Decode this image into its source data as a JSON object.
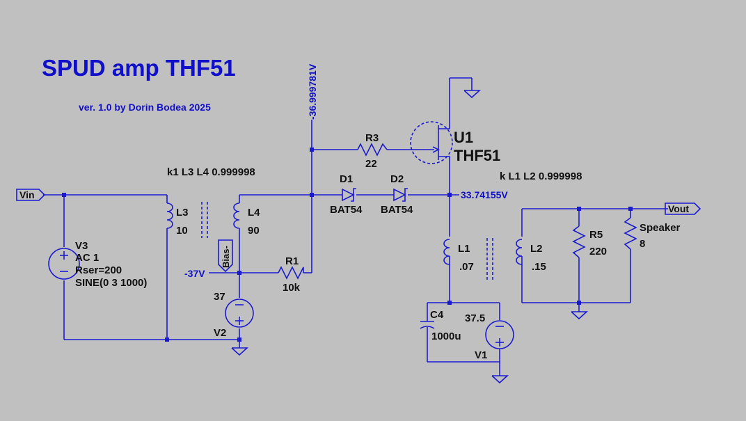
{
  "title": "SPUD amp THF51",
  "subtitle": "ver. 1.0 by Dorin Bodea 2025",
  "colors": {
    "background": "#c0c0c0",
    "wire": "#1a1ad0",
    "text": "#111111",
    "title": "#1010c8"
  },
  "voltage_labels": {
    "top_rail": "-36.999781V",
    "drain_node": "33.74155V",
    "bias_node": "-37V"
  },
  "couplings": {
    "input": "k1 L3 L4 0.999998",
    "output": "k L1 L2 0.999998"
  },
  "ports": {
    "input": "Vin",
    "output": "Vout",
    "bias": "Bias-"
  },
  "components": {
    "U1": {
      "ref": "U1",
      "value": "THF51"
    },
    "R3": {
      "ref": "R3",
      "value": "22"
    },
    "R1": {
      "ref": "R1",
      "value": "10k"
    },
    "R5": {
      "ref": "R5",
      "value": "220"
    },
    "Speaker": {
      "ref": "Speaker",
      "value": "8"
    },
    "D1": {
      "ref": "D1",
      "value": "BAT54"
    },
    "D2": {
      "ref": "D2",
      "value": "BAT54"
    },
    "L1": {
      "ref": "L1",
      "value": ".07"
    },
    "L2": {
      "ref": "L2",
      "value": ".15"
    },
    "L3": {
      "ref": "L3",
      "value": "10"
    },
    "L4": {
      "ref": "L4",
      "value": "90"
    },
    "C4": {
      "ref": "C4",
      "value": "1000u"
    },
    "V1": {
      "ref": "V1",
      "value": "37.5"
    },
    "V2": {
      "ref": "V2",
      "value": "37"
    },
    "V3": {
      "ref": "V3",
      "lines": [
        "AC 1",
        "Rser=200",
        "SINE(0 3 1000)"
      ]
    }
  }
}
